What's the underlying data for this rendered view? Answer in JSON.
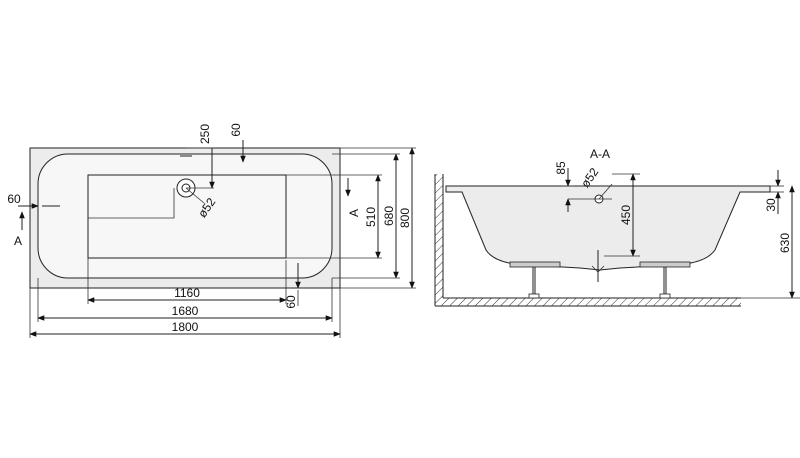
{
  "plan_view": {
    "overall_length": "1800",
    "basin_length": "1680",
    "flat_length": "1160",
    "overall_width": "800",
    "basin_width": "680",
    "flat_width": "510",
    "drain_offset_x": "250",
    "overflow_offset": "60",
    "side_offset": "60",
    "bottom_offset": "60",
    "drain_diameter": "ø52",
    "section_mark_left": "A",
    "section_mark_right": "A"
  },
  "section_view": {
    "title": "A-A",
    "overflow_height": "85",
    "overflow_diameter": "ø52",
    "depth": "450",
    "rim_thickness": "30",
    "total_height": "630"
  },
  "colors": {
    "tub_fill": "#ececec",
    "inner_fill": "#f7f7f7",
    "line": "#222222"
  }
}
